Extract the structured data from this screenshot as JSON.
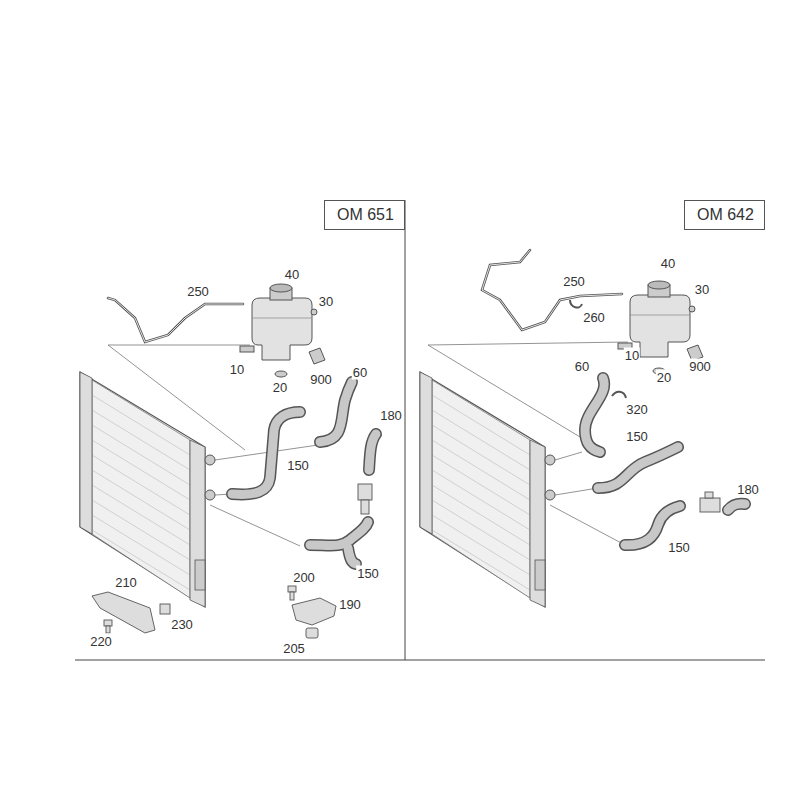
{
  "diagram": {
    "nodes": [
      {
        "text": [
          "OM 651"
        ]
      },
      {
        "text": [
          "OM 642"
        ]
      }
    ],
    "labels": [
      "250",
      "40",
      "30",
      "10",
      "20",
      "900",
      "60",
      "180",
      "150",
      "150",
      "210",
      "230",
      "220",
      "200",
      "190",
      "205",
      "250",
      "40",
      "30",
      "260",
      "10",
      "20",
      "900",
      "60",
      "320",
      "150",
      "180",
      "150"
    ]
  }
}
